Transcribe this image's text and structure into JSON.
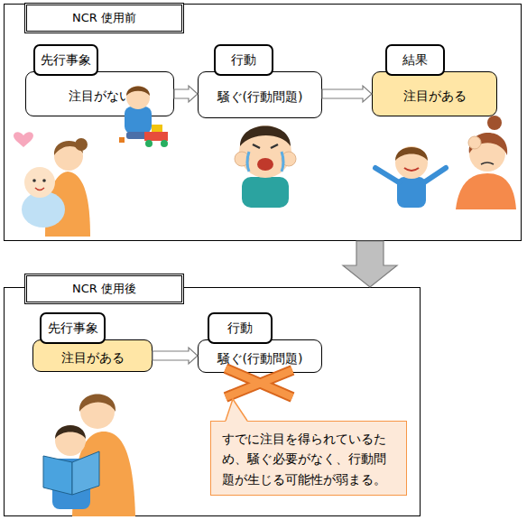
{
  "diagram": {
    "nodes": [
      {
        "text": [
          "NCR 使用前"
        ]
      },
      {
        "text": [
          "先行事象",
          "注目がない"
        ],
        "in": 0
      },
      {
        "text": [
          "行動",
          "騒ぐ(行動問題)"
        ],
        "in": 0
      },
      {
        "text": [
          "結果",
          "注目がある"
        ],
        "in": 0
      },
      {
        "text": [
          "NCR 使用後"
        ]
      },
      {
        "text": [
          "先行事象",
          "注目がある"
        ],
        "in": 4
      },
      {
        "text": [
          "行動",
          "騒ぐ(行動問題)"
        ],
        "in": 4
      },
      {
        "text": [
          "すでに注目を得られているため、騒ぐ必要がなく、行動問題が生じる可能性が弱まる。"
        ],
        "in": 4
      }
    ],
    "edges": [
      {
        "from": 1,
        "to": 2,
        "arrow": "to"
      },
      {
        "from": 2,
        "to": 3,
        "arrow": "to"
      },
      {
        "from": 0,
        "to": 4,
        "arrow": "to"
      },
      {
        "from": 5,
        "to": 6,
        "arrow": "to"
      }
    ]
  }
}
